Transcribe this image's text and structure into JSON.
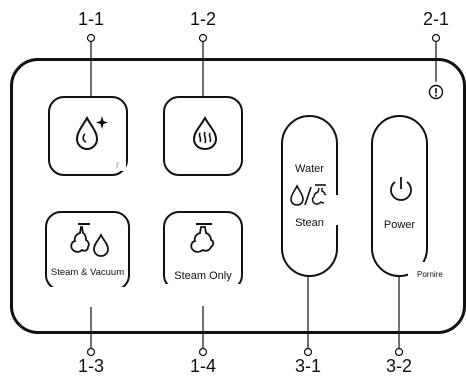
{
  "callouts": {
    "c11": "1-1",
    "c12": "1-2",
    "c21": "2-1",
    "c13": "1-3",
    "c14": "1-4",
    "c31": "3-1",
    "c32": "3-2"
  },
  "buttons": {
    "steam_vacuum_label": "Steam & Vacuum",
    "steam_only_label": "Steam Only",
    "water_label": "Water",
    "steam_label": "Stean",
    "power_label": "Power",
    "power_side_label": "Pornire"
  },
  "icons": {
    "b11": "water-drop-sparkle-icon",
    "b12": "water-drop-heat-icon",
    "b13": "steam-vacuum-icon",
    "b14": "steam-only-icon",
    "water_steam": "water-steam-toggle-icon",
    "power": "power-icon",
    "warning": "warning-indicator-icon"
  },
  "colors": {
    "stroke": "#111111",
    "background": "#ffffff"
  }
}
